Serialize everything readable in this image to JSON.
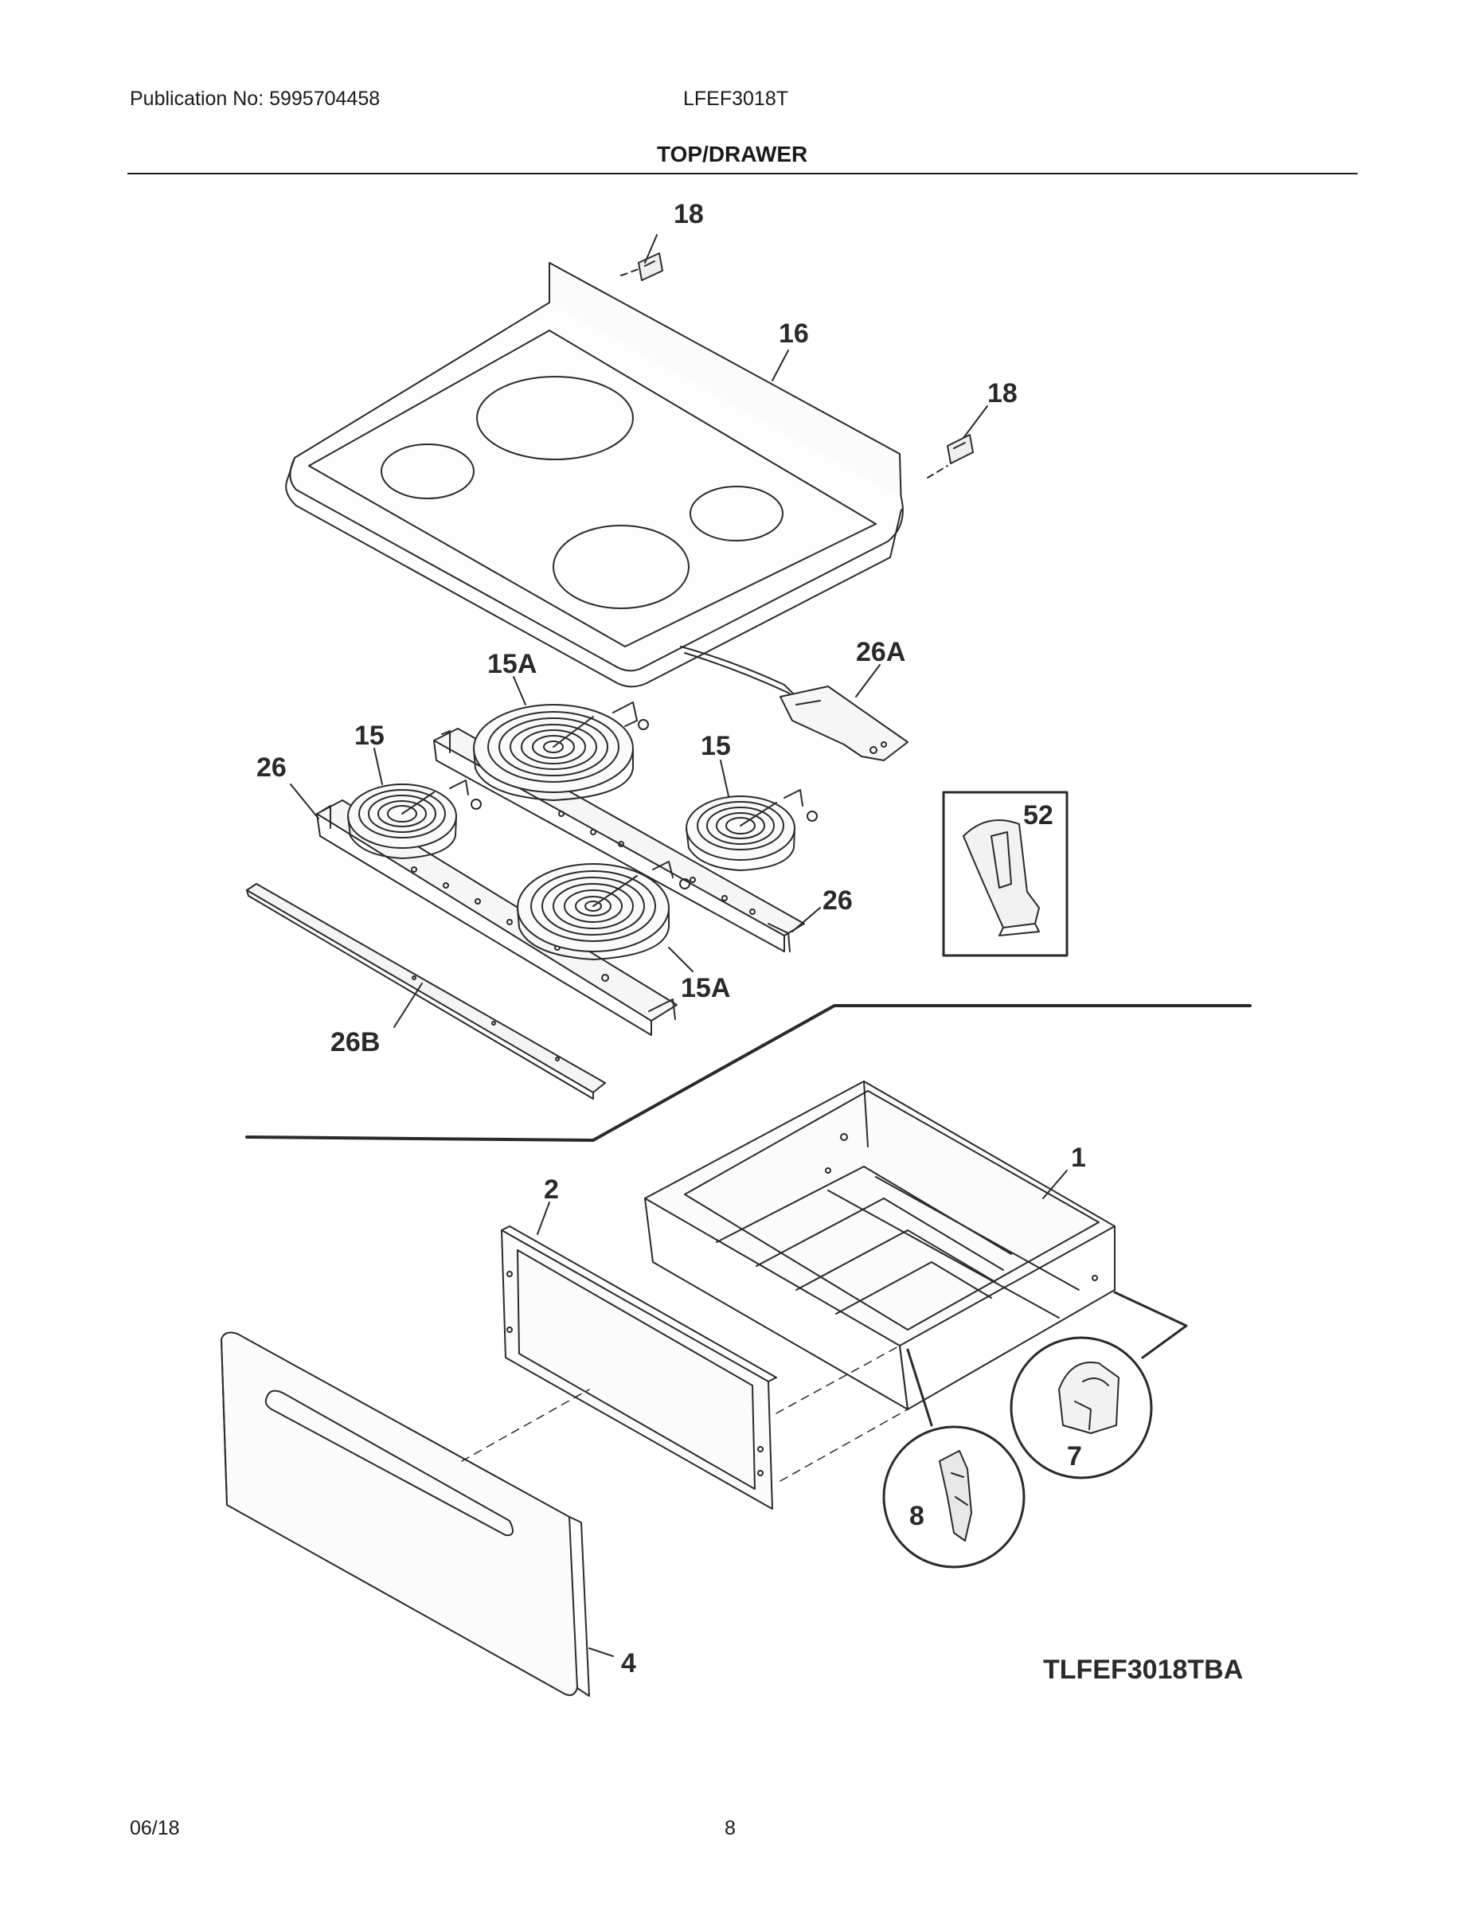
{
  "header": {
    "publication": "Publication No: 5995704458",
    "model": "LFEF3018T",
    "section_title": "TOP/DRAWER"
  },
  "callouts": {
    "c18a": "18",
    "c16": "16",
    "c18b": "18",
    "c26A": "26A",
    "c15Aa": "15A",
    "c15a": "15",
    "c26a": "26",
    "c15b": "15",
    "c52": "52",
    "c26b": "26",
    "c15Ab": "15A",
    "c26B": "26B",
    "c1": "1",
    "c2": "2",
    "c7": "7",
    "c8": "8",
    "c4": "4"
  },
  "diagram_code": "TLFEF3018TBA",
  "footer": {
    "date": "06/18",
    "page": "8"
  }
}
